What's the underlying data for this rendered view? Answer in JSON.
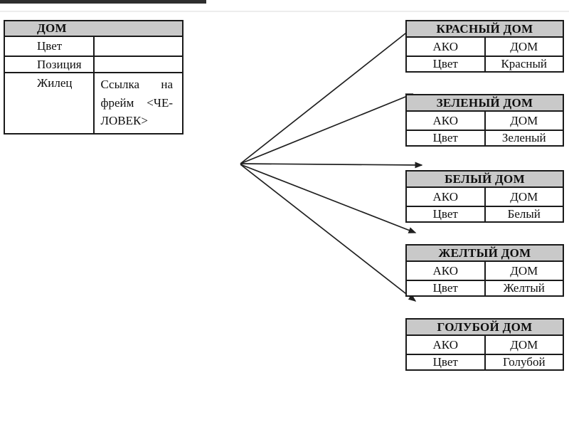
{
  "colors": {
    "header_fill": "#c9c9c9",
    "border": "#1a1a1a",
    "arrow": "#1f1f1f",
    "background": "#ffffff"
  },
  "parent_frame": {
    "title": "ДОМ",
    "rows": [
      {
        "slot": "Цвет",
        "value": ""
      },
      {
        "slot": "Позиция",
        "value": ""
      },
      {
        "slot": "Жилец",
        "value": "Ссылка на фрейм <ЧЕ-ЛОВЕК>"
      }
    ]
  },
  "child_frames": [
    {
      "title": "КРАСНЫЙ ДОМ",
      "rows": [
        {
          "slot": "АКО",
          "value": "ДОМ"
        },
        {
          "slot": "Цвет",
          "value": "Красный"
        }
      ]
    },
    {
      "title": "ЗЕЛЕНЫЙ ДОМ",
      "rows": [
        {
          "slot": "АКО",
          "value": "ДОМ"
        },
        {
          "slot": "Цвет",
          "value": "Зеленый"
        }
      ]
    },
    {
      "title": "БЕЛЫЙ ДОМ",
      "rows": [
        {
          "slot": "АКО",
          "value": "ДОМ"
        },
        {
          "slot": "Цвет",
          "value": "Белый"
        }
      ]
    },
    {
      "title": "ЖЕЛТЫЙ ДОМ",
      "rows": [
        {
          "slot": "АКО",
          "value": "ДОМ"
        },
        {
          "slot": "Цвет",
          "value": "Желтый"
        }
      ]
    },
    {
      "title": "ГОЛУБОЙ ДОМ",
      "rows": [
        {
          "slot": "АКО",
          "value": "ДОМ"
        },
        {
          "slot": "Цвет",
          "value": "Голубой"
        }
      ]
    }
  ]
}
